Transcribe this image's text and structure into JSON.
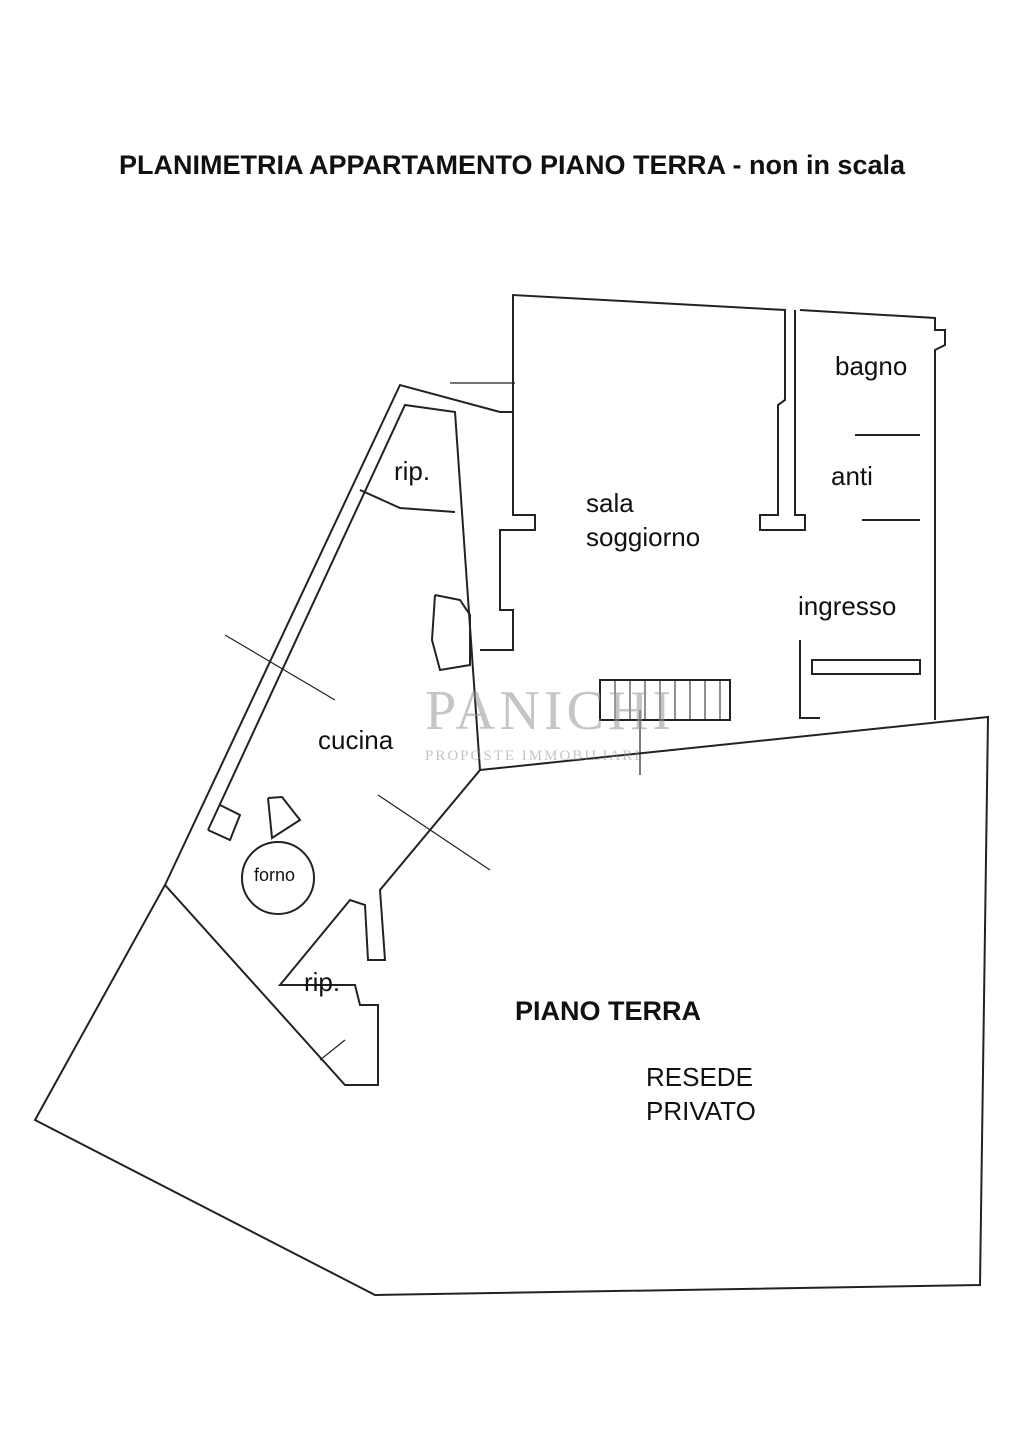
{
  "title": "PLANIMETRIA APPARTAMENTO PIANO TERRA - non in scala",
  "footer": "PIANO TERRA",
  "rooms": {
    "bagno": "bagno",
    "anti": "anti",
    "rip_upper": "rip.",
    "sala_line1": "sala",
    "sala_line2": "soggiorno",
    "ingresso": "ingresso",
    "cucina": "cucina",
    "forno": "forno",
    "rip_lower": "rip.",
    "resede_line1": "RESEDE",
    "resede_line2": "PRIVATO"
  },
  "watermark": {
    "line1": "PANICHI",
    "line2": "PROPOSTE IMMOBILIARI"
  }
}
